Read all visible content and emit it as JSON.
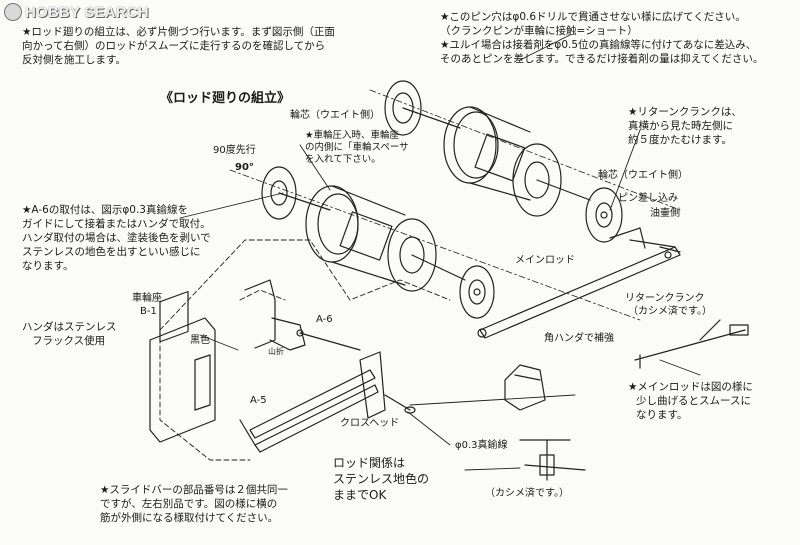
{
  "watermark": {
    "logo": "HOBBY SEARCH"
  },
  "notes": {
    "top_left": [
      "★ロッド廻りの組立は、必ず片側づつ行います。まず図示側（正面",
      "向かって右側）のロッドがスムーズに走行するのを確認してから",
      "反対側を施工します。"
    ],
    "top_right": [
      "★このピン穴はφ0.6ドリルで貫通させない様に広げてください。",
      "（クランクピンが車輪に接触=ショート）",
      "★ユルイ場合は接着剤をφ0.5位の真鍮線等に付けてあなに差込み、",
      "そのあとピンを差します。できるだけ接着剤の量は抑えてください。"
    ],
    "return_crank": [
      "★リターンクランクは、",
      "真横から見た時左側に",
      "約５度かたむけます。"
    ],
    "a6": [
      "★A-6の取付は、図示φ0.3真鍮線を",
      "ガイドにして接着またはハンダで取付。",
      "ハンダ取付の場合は、塗装後色を剥いで",
      "ステンレスの地色を出すといい感じに",
      "なります。"
    ],
    "solder": [
      "ハンダはステンレス",
      "フラックス使用"
    ],
    "slide_bar": [
      "★スライドバーの部品番号は２個共同一",
      "ですが、左右別品です。図の様に横の",
      "筋が外側になる様取付けてください。"
    ],
    "rod_relation": [
      "ロッド関係は",
      "ステンレス地色の",
      "ままでOK"
    ],
    "main_rod_bend": [
      "★メインロッドは図の様に",
      "少し曲げるとスムースに",
      "なります。"
    ],
    "wheel_insert": [
      "★車輪圧入時、車輪座",
      "の内側に「車輪スペーサ",
      "を入れて下さい。"
    ]
  },
  "section_title": "《ロッド廻りの組立》",
  "labels": {
    "axle_weight_top": "輪芯（ウエイト側）",
    "axle_weight_right": "輪芯（ウエイト側）",
    "pin_insert": "ピン差し込み",
    "oil_cup": "油壷側",
    "deg90_lead": "90度先行",
    "deg90": "90°",
    "main_rod": "メインロッド",
    "return_crank": "リターンクランク",
    "crimped": "（カシメ済です。）",
    "wheel_seat": "車輪座",
    "b1": "B-1",
    "black": "黒色",
    "a6": "A-6",
    "kenzan": "山折",
    "a5": "A-5",
    "crosshead": "クロスヘッド",
    "kaku_solder": "角ハンダで補強",
    "brass_wire": "φ0.3真鍮線",
    "crimped2": "（カシメ済です。）"
  }
}
